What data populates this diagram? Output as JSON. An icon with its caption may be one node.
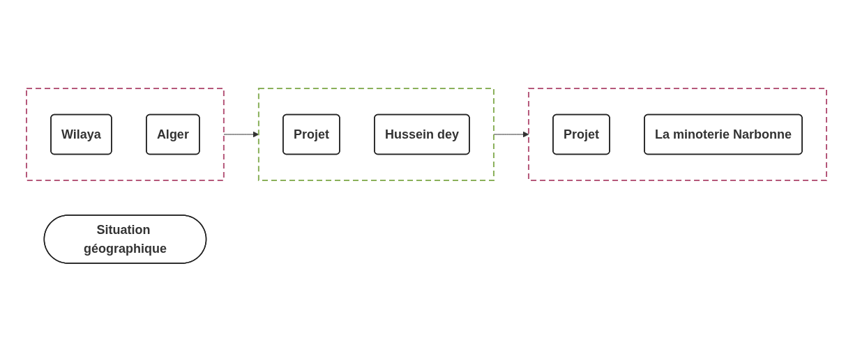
{
  "diagram": {
    "nodes": [
      {
        "text": [
          "Situation géographique"
        ]
      },
      {
        "text": [],
        "shape": "box"
      },
      {
        "text": [
          "Wilaya"
        ],
        "in": 1
      },
      {
        "text": [
          "Alger"
        ],
        "in": 1
      },
      {
        "text": [],
        "shape": "box"
      },
      {
        "text": [
          "Projet"
        ],
        "in": 4
      },
      {
        "text": [
          "Hussein dey"
        ],
        "in": 4
      },
      {
        "text": [],
        "shape": "box"
      },
      {
        "text": [
          "Projet"
        ],
        "in": 7
      },
      {
        "text": [
          "La minoterie Narbonne"
        ],
        "in": 7
      }
    ],
    "edges": [
      {
        "from": 1,
        "to": 4,
        "arrow": "to"
      },
      {
        "from": 4,
        "to": 7,
        "arrow": "to"
      }
    ]
  }
}
